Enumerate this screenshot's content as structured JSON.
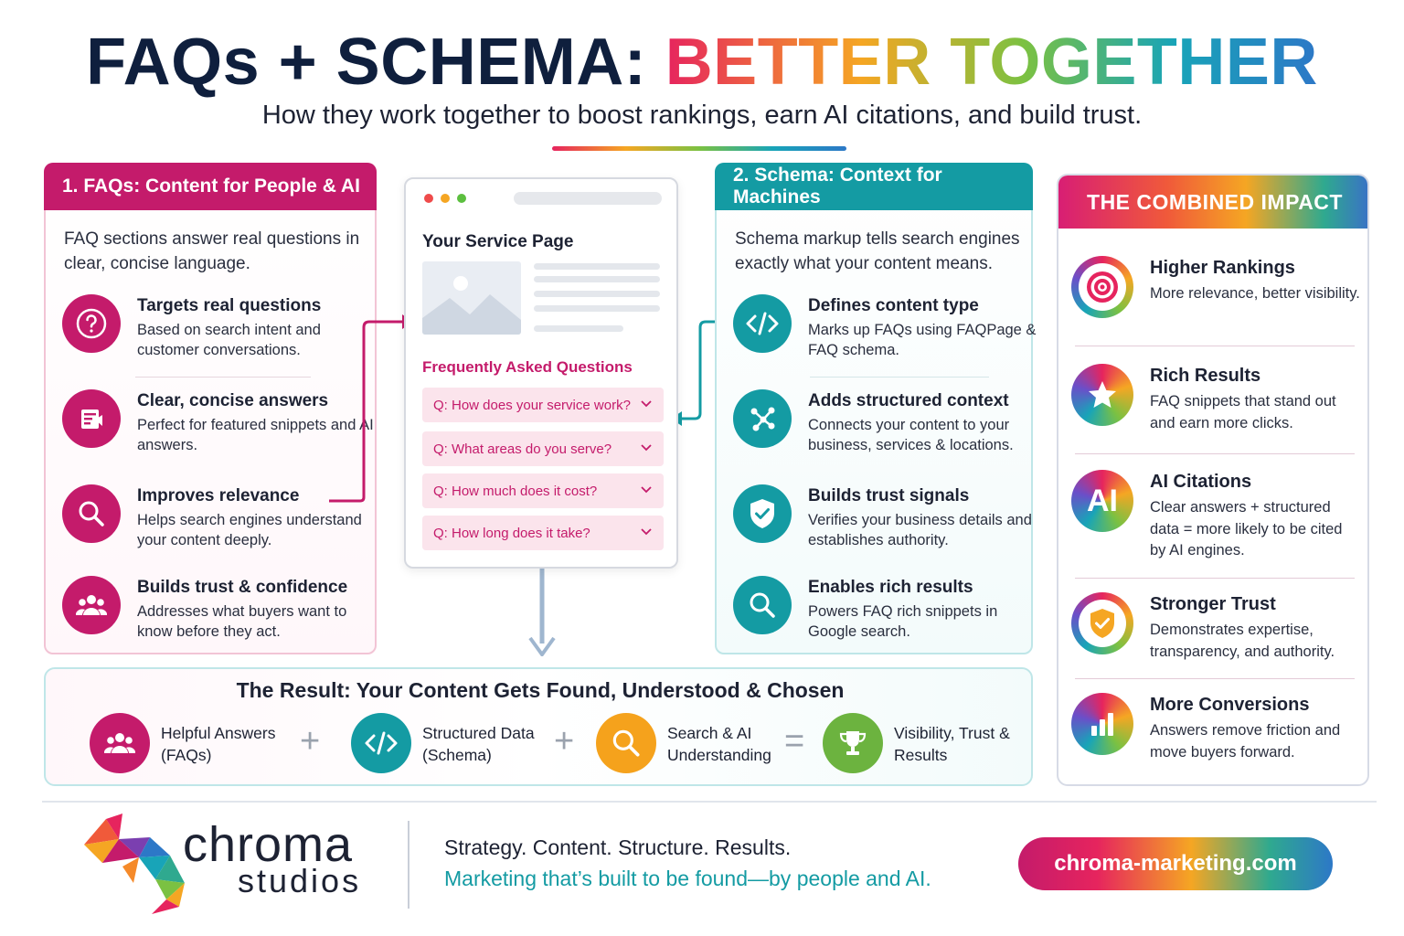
{
  "header": {
    "title_part1": "FAQs + SCHEMA: ",
    "title_part2": "BETTER TOGETHER",
    "subtitle": "How they work together to boost rankings, earn AI citations, and build trust."
  },
  "faq_panel": {
    "heading": "1. FAQs: Content for People & AI",
    "intro": "FAQ sections answer real questions in clear, concise language.",
    "items": [
      {
        "icon": "question-icon",
        "title": "Targets real questions",
        "desc": "Based on search intent and customer conversations."
      },
      {
        "icon": "document-icon",
        "title": "Clear, concise answers",
        "desc": "Perfect for featured snippets and AI answers."
      },
      {
        "icon": "search-icon",
        "title": "Improves relevance",
        "desc": "Helps search engines understand your content deeply."
      },
      {
        "icon": "people-icon",
        "title": "Builds trust & confidence",
        "desc": "Addresses what buyers want to know before they act."
      }
    ]
  },
  "browser_mock": {
    "page_title": "Your Service Page",
    "faq_heading": "Frequently Asked Questions",
    "questions": [
      "Q: How does your service work?",
      "Q: What areas do you serve?",
      "Q: How much does it cost?",
      "Q: How long does it take?"
    ]
  },
  "schema_panel": {
    "heading": "2. Schema: Context for Machines",
    "intro": "Schema markup tells search engines exactly what your content means.",
    "items": [
      {
        "icon": "code-icon",
        "title": "Defines content type",
        "desc": "Marks up FAQs using FAQPage & FAQ schema."
      },
      {
        "icon": "network-icon",
        "title": "Adds structured context",
        "desc": "Connects your content to your business, services & locations."
      },
      {
        "icon": "shield-check-icon",
        "title": "Builds trust signals",
        "desc": "Verifies your business details and establishes authority."
      },
      {
        "icon": "search-icon",
        "title": "Enables rich results",
        "desc": "Powers FAQ rich snippets in Google search."
      }
    ]
  },
  "impact_panel": {
    "heading": "THE COMBINED IMPACT",
    "items": [
      {
        "icon": "target-icon",
        "title": "Higher Rankings",
        "desc": "More relevance, better visibility."
      },
      {
        "icon": "star-icon",
        "title": "Rich Results",
        "desc": "FAQ snippets that stand out and earn more clicks."
      },
      {
        "icon": "ai-icon",
        "icon_text": "AI",
        "title": "AI Citations",
        "desc": "Clear answers + structured data = more likely to be cited by AI engines."
      },
      {
        "icon": "shield-check-icon",
        "title": "Stronger Trust",
        "desc": "Demonstrates expertise, transparency, and authority."
      },
      {
        "icon": "bar-chart-icon",
        "title": "More Conversions",
        "desc": "Answers remove friction and move buyers forward."
      }
    ]
  },
  "result_bar": {
    "title": "The Result: Your Content Gets Found, Understood & Chosen",
    "items": [
      {
        "icon": "people-icon",
        "label": "Helpful Answers (FAQs)",
        "color": "#c41b6b"
      },
      {
        "icon": "code-icon",
        "label": "Structured Data (Schema)",
        "color": "#149ba3"
      },
      {
        "icon": "search-icon",
        "label": "Search & AI Understanding",
        "color": "#f5a21c"
      },
      {
        "icon": "trophy-icon",
        "label": "Visibility, Trust & Results",
        "color": "#6cb33f"
      }
    ],
    "operators": [
      "+",
      "+",
      "="
    ]
  },
  "footer": {
    "brand_name": "chroma",
    "brand_sub": "studios",
    "tagline1": "Strategy. Content. Structure. Results.",
    "tagline2": "Marketing that’s built to be found—by people and AI.",
    "url": "chroma-marketing.com"
  },
  "colors": {
    "navy": "#0f1f3d",
    "magenta": "#c41b6b",
    "teal": "#149ba3",
    "orange": "#f5a21c",
    "green": "#6cb33f"
  }
}
